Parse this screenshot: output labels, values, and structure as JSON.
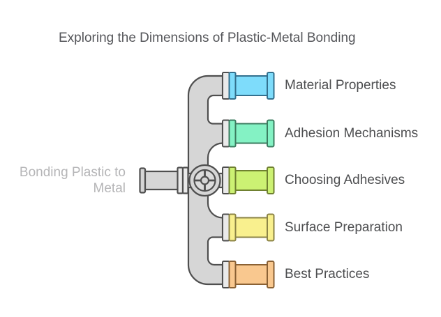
{
  "title": "Exploring the Dimensions of Plastic-Metal Bonding",
  "center": {
    "line1": "Bonding Plastic to",
    "line2": "Metal"
  },
  "branches": [
    {
      "label": "Material Properties",
      "fill": "#7EDCFB",
      "border": "#33708E"
    },
    {
      "label": "Adhesion Mechanisms",
      "fill": "#84F2C4",
      "border": "#3C7C60"
    },
    {
      "label": "Choosing Adhesives",
      "fill": "#CCF173",
      "border": "#6F8030"
    },
    {
      "label": "Surface Preparation",
      "fill": "#F9F08E",
      "border": "#8C8446"
    },
    {
      "label": "Best Practices",
      "fill": "#F9C88F",
      "border": "#8A6134"
    }
  ],
  "colors": {
    "background": "#FFFFFF",
    "pipe_fill": "#D6D6D6",
    "pipe_stroke": "#4F4F4F",
    "flange_fill": "#EAEAEA",
    "valve_inner_fill": "#DCDCDC",
    "title_color": "#55565A",
    "branch_label_color": "#4D4E50",
    "center_label_color": "#B5B5B7"
  },
  "icons": {
    "hub": "valve-handwheel-icon",
    "trunk": "pipe-manifold-icon"
  }
}
